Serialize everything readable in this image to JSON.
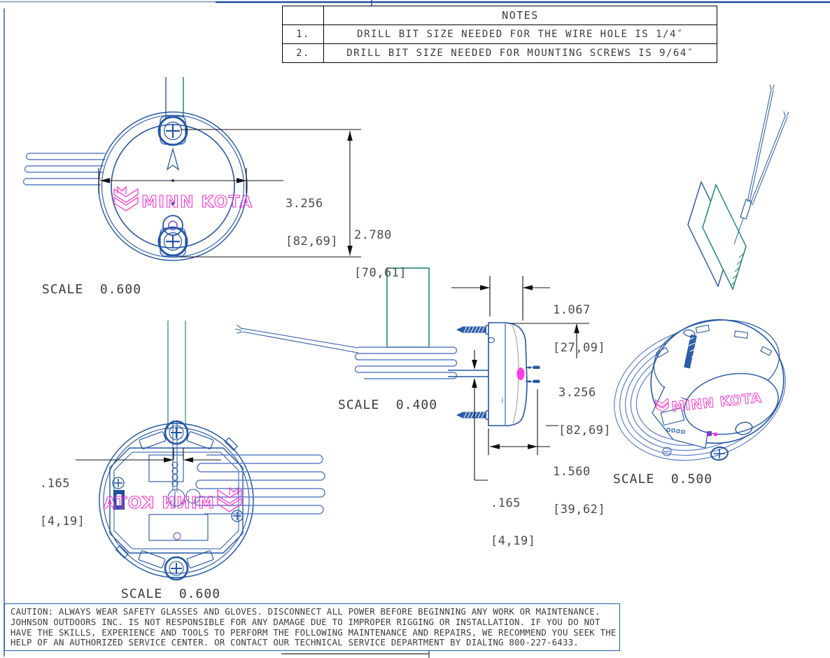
{
  "drawing": {
    "notes_table": {
      "header": "NOTES",
      "rows": [
        {
          "num": "1.",
          "text": "DRILL BIT SIZE NEEDED FOR THE WIRE HOLE IS 1/4″"
        },
        {
          "num": "2.",
          "text": "DRILL BIT SIZE NEEDED FOR MOUNTING SCREWS IS 9/64″"
        }
      ]
    },
    "caution": {
      "lines": [
        "CAUTION: ALWAYS WEAR SAFETY GLASSES AND GLOVES.  DISCONNECT ALL POWER BEFORE BEGINNING ANY WORK OR MAINTENANCE.",
        "JOHNSON OUTDOORS INC. IS NOT RESPONSIBLE FOR ANY DAMAGE DUE TO IMPROPER RIGGING OR INSTALLATION.   IF YOU DO NOT",
        "HAVE THE SKILLS, EXPERIENCE AND TOOLS TO PERFORM THE FOLLOWING MAINTENANCE AND REPAIRS, WE RECOMMEND YOU SEEK THE",
        "HELP OF AN AUTHORIZED SERVICE CENTER.  OR CONTACT OUR TECHNICAL SERVICE DEPARTMENT BY DIALING 800-227-6433."
      ]
    },
    "views": {
      "front": {
        "scale_label": "SCALE  0.600"
      },
      "back": {
        "scale_label": "SCALE  0.600"
      },
      "side": {
        "scale_label": "SCALE  0.400"
      },
      "iso": {
        "scale_label": "SCALE  0.500"
      }
    },
    "dimensions": {
      "front_width": {
        "inches": "3.256",
        "mm": "[82,69]"
      },
      "front_height": {
        "inches": "2.780",
        "mm": "[70,61]"
      },
      "side_depth": {
        "inches": "1.067",
        "mm": "[27,09]"
      },
      "side_height": {
        "inches": "3.256",
        "mm": "[82,69]"
      },
      "side_width": {
        "inches": "1.560",
        "mm": "[39,62]"
      },
      "side_wire_dia": {
        "inches": ".165",
        "mm": "[4,19]"
      },
      "back_wire_dia": {
        "inches": ".165",
        "mm": "[4,19]"
      }
    },
    "brand": {
      "name": "MINN KOTA"
    },
    "colors": {
      "line_blue": "#2456a4",
      "wire_blue": "#5d7fc9",
      "teal": "#0e8170",
      "magenta": "#ff2fd0",
      "dim_lines": "#111111",
      "dim_text": "#4a4a4a"
    }
  }
}
